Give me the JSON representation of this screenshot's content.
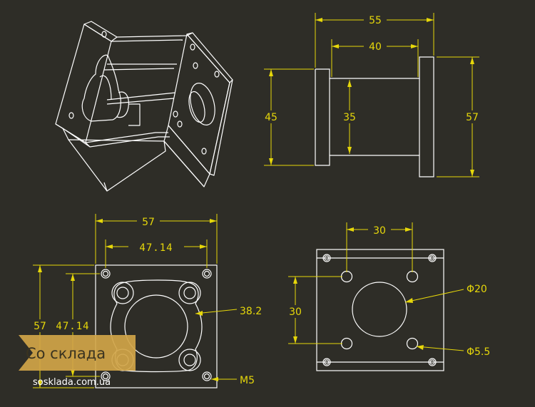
{
  "side_view": {
    "width_overall": "55",
    "width_body": "40",
    "height_left": "45",
    "height_inner": "35",
    "height_right": "57"
  },
  "front_view": {
    "width_overall": "57",
    "hole_spacing_h": "47.14",
    "height_overall": "57",
    "hole_spacing_v": "47.14",
    "bore_dia": "38.2",
    "corner_hole": "M5"
  },
  "rear_view": {
    "hole_spacing_h": "30",
    "hole_spacing_v": "30",
    "center_bore": "Φ20",
    "small_hole": "Φ5.5"
  },
  "watermark": {
    "brand": "Со склада",
    "url": "sosklada.com.ua"
  },
  "colors": {
    "background": "#2e2d27",
    "lines": "#ffffff",
    "dimensions": "#e6d70a",
    "watermark_bg": "#d1a548"
  }
}
